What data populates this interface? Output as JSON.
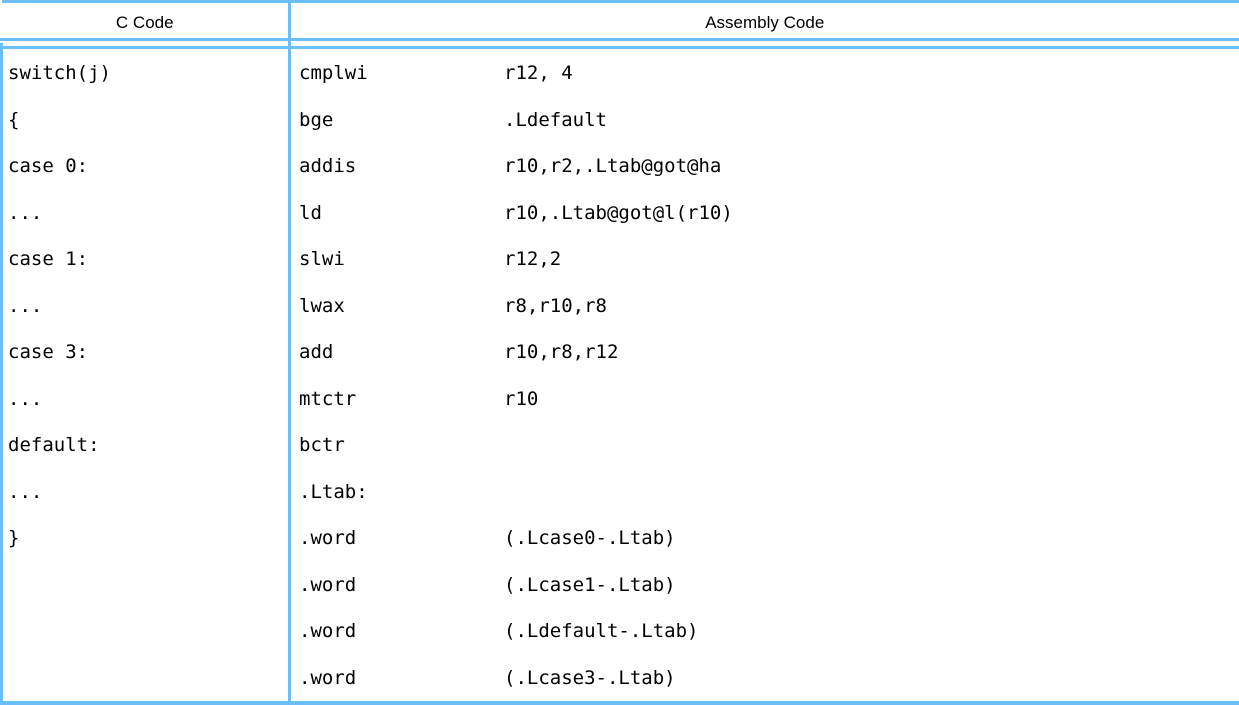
{
  "table": {
    "columns": [
      {
        "key": "c_code",
        "header": "C Code"
      },
      {
        "key": "assembly_code",
        "header": "Assembly Code"
      }
    ],
    "border_color": "#6bbef8",
    "text_color": "#000000",
    "background_color": "#ffffff",
    "c_code_lines": [
      "switch(j)",
      "{",
      "case 0:",
      "...",
      "case 1:",
      "...",
      "case 3:",
      "...",
      "default:",
      "...",
      "}"
    ],
    "assembly_lines": [
      {
        "mnemonic": "cmplwi",
        "operand": "r12, 4"
      },
      {
        "mnemonic": "bge",
        "operand": ".Ldefault"
      },
      {
        "mnemonic": "addis",
        "operand": "r10,r2,.Ltab@got@ha"
      },
      {
        "mnemonic": "ld",
        "operand": "r10,.Ltab@got@l(r10)"
      },
      {
        "mnemonic": "slwi",
        "operand": "r12,2"
      },
      {
        "mnemonic": "lwax",
        "operand": "r8,r10,r8"
      },
      {
        "mnemonic": "add",
        "operand": "r10,r8,r12"
      },
      {
        "mnemonic": "mtctr",
        "operand": "r10"
      },
      {
        "mnemonic": "bctr",
        "operand": ""
      },
      {
        "mnemonic": ".Ltab:",
        "operand": ""
      },
      {
        "mnemonic": ".word",
        "operand": "(.Lcase0-.Ltab)"
      },
      {
        "mnemonic": ".word",
        "operand": "(.Lcase1-.Ltab)"
      },
      {
        "mnemonic": ".word",
        "operand": "(.Ldefault-.Ltab)"
      },
      {
        "mnemonic": ".word",
        "operand": "(.Lcase3-.Ltab)"
      }
    ]
  }
}
